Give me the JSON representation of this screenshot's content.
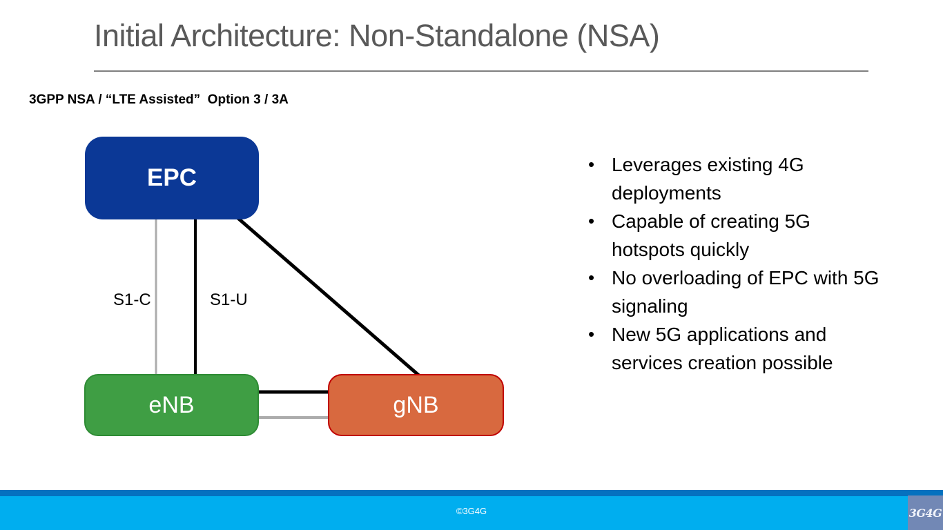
{
  "slide": {
    "title": "Initial Architecture: Non-Standalone (NSA)",
    "subtitle": "3GPP NSA / “LTE Assisted”  Option 3 / 3A"
  },
  "diagram": {
    "nodes": [
      {
        "id": "epc",
        "label": "EPC",
        "fill": "#0B3896"
      },
      {
        "id": "enb",
        "label": "eNB",
        "fill": "#3F9E44",
        "border": "#2E8B34"
      },
      {
        "id": "gnb",
        "label": "gNB",
        "fill": "#D8693F",
        "border": "#C00000"
      }
    ],
    "edges": [
      {
        "from": "EPC",
        "to": "eNB",
        "label": "S1-C",
        "color": "#ACACAC"
      },
      {
        "from": "EPC",
        "to": "eNB",
        "label": "S1-U",
        "color": "#000000"
      },
      {
        "from": "EPC",
        "to": "gNB",
        "label": "",
        "color": "#000000"
      },
      {
        "from": "eNB",
        "to": "gNB",
        "label": "",
        "color": "#000000"
      },
      {
        "from": "eNB",
        "to": "gNB",
        "label": "",
        "color": "#ACACAC"
      }
    ]
  },
  "bullets": {
    "items": [
      "Leverages existing 4G deployments",
      "Capable of creating 5G hotspots quickly",
      "No overloading of EPC with 5G signaling",
      "New 5G applications and services creation possible"
    ]
  },
  "footer": {
    "copyright": "©3G4G",
    "logo_text": "3G4G",
    "strip_color": "#0571BF",
    "bar_color": "#00AEEF",
    "logo_color": "#7288B5"
  }
}
